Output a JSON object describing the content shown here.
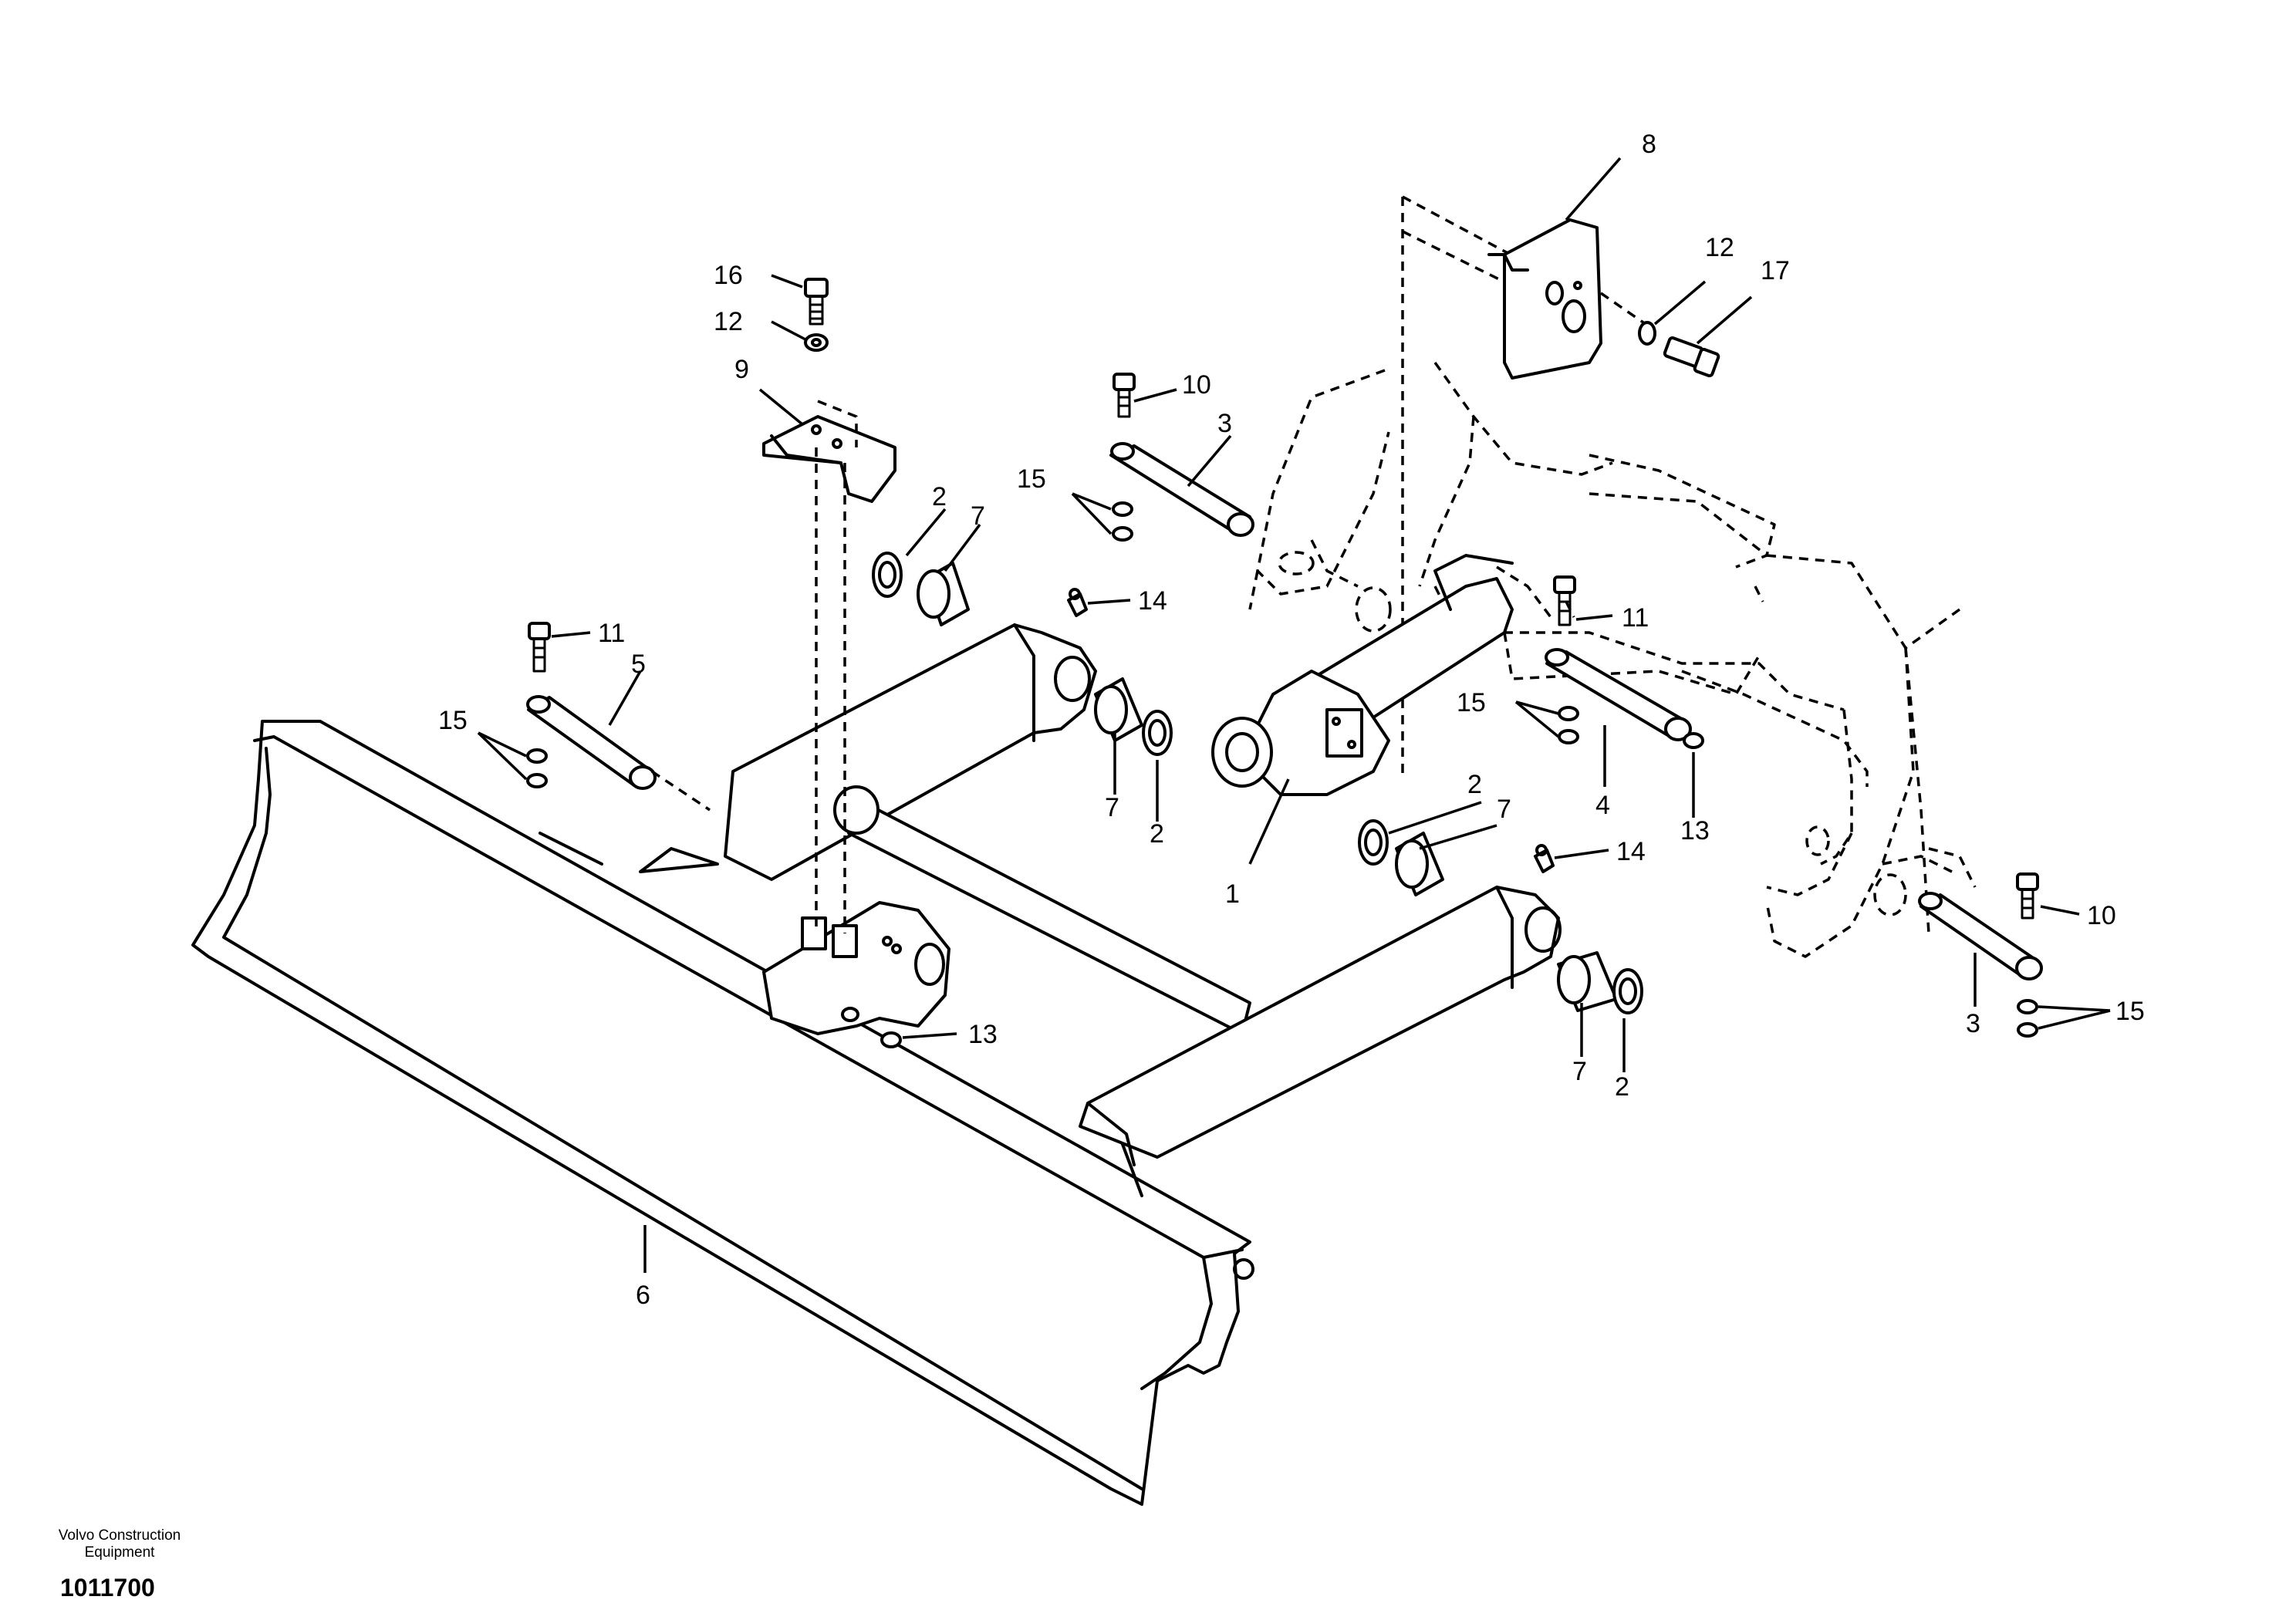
{
  "callouts": {
    "c1": "1",
    "c2a": "2",
    "c2b": "2",
    "c2c": "2",
    "c2d": "2",
    "c3a": "3",
    "c3b": "3",
    "c4": "4",
    "c5": "5",
    "c6": "6",
    "c7a": "7",
    "c7b": "7",
    "c7c": "7",
    "c7d": "7",
    "c8": "8",
    "c9": "9",
    "c10a": "10",
    "c10b": "10",
    "c11a": "11",
    "c11b": "11",
    "c12a": "12",
    "c12b": "12",
    "c13a": "13",
    "c13b": "13",
    "c14a": "14",
    "c14b": "14",
    "c15a": "15",
    "c15b": "15",
    "c15c": "15",
    "c15d": "15",
    "c16": "16",
    "c17": "17"
  },
  "footer": {
    "publisher_line1": "Volvo Construction",
    "publisher_line2": "Equipment",
    "document_number": "1011700"
  }
}
